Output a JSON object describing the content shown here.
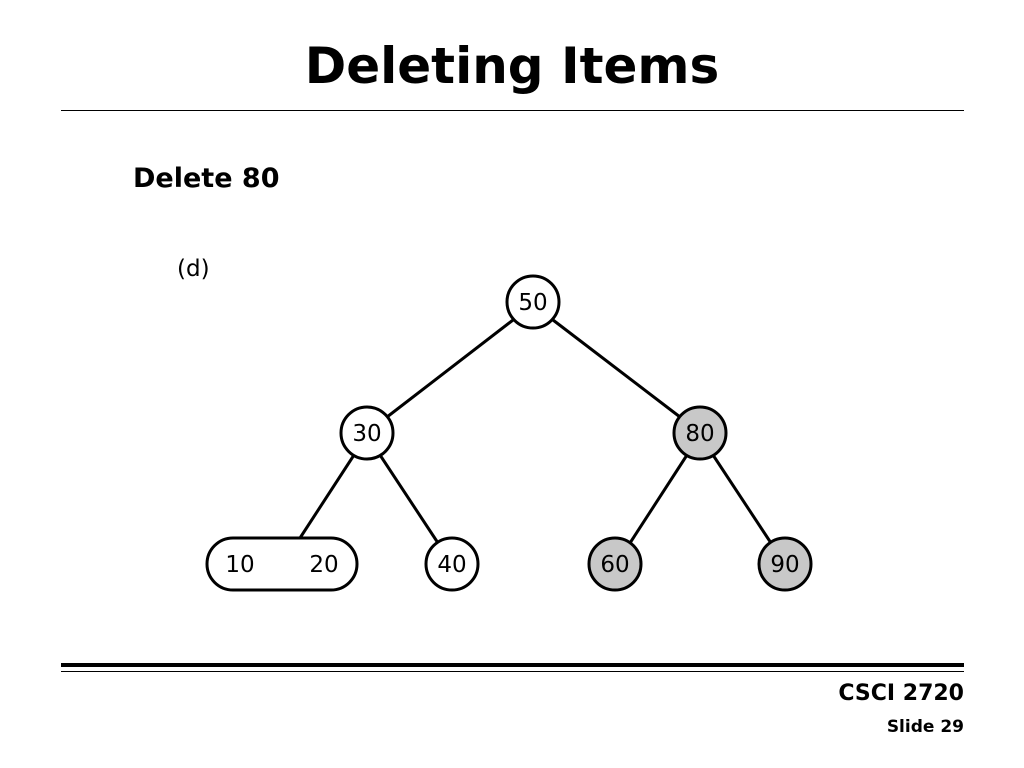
{
  "slide": {
    "title": "Deleting Items",
    "subtitle": "Delete 80",
    "course": "CSCI 2720",
    "slide_number": "Slide 29"
  },
  "diagram": {
    "panel_label": "(d)",
    "colors": {
      "highlight_fill": "#c8c8c8",
      "normal_fill": "#ffffff",
      "stroke": "#000000"
    },
    "nodes": {
      "root": {
        "label": "50",
        "highlighted": false
      },
      "left": {
        "label": "30",
        "highlighted": false
      },
      "right": {
        "label": "80",
        "highlighted": true
      },
      "leaf_ll_a": {
        "label": "10",
        "highlighted": false
      },
      "leaf_ll_b": {
        "label": "20",
        "highlighted": false
      },
      "leaf_lr": {
        "label": "40",
        "highlighted": false
      },
      "leaf_rl": {
        "label": "60",
        "highlighted": true
      },
      "leaf_rr": {
        "label": "90",
        "highlighted": true
      }
    },
    "edges": [
      [
        "root",
        "left"
      ],
      [
        "root",
        "right"
      ],
      [
        "left",
        "leaf_ll"
      ],
      [
        "left",
        "leaf_lr"
      ],
      [
        "right",
        "leaf_rl"
      ],
      [
        "right",
        "leaf_rr"
      ]
    ]
  }
}
